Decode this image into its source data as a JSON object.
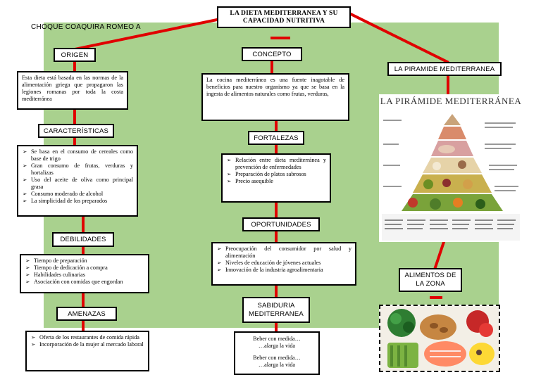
{
  "title": "LA DIETA MEDITERRANEA Y SU CAPACIDAD NUTRITIVA",
  "author": "CHOQUE COAQUIRA ROMEO A",
  "origen": {
    "header": "ORIGEN",
    "text": "Esta dieta está basada en las normas de la alimentación griega que propagaron las legiones romanas por toda la costa mediterránea"
  },
  "caracteristicas": {
    "header": "CARACTERÍSTICAS",
    "items": [
      "Se basa en el consumo de cereales como base de trigo",
      "Gran consumo de frutas, verduras y hortalizas",
      "Uso del aceite de oliva como principal grasa",
      "Consumo moderado de alcohol",
      "La simplicidad de los preparados"
    ]
  },
  "debilidades": {
    "header": "DEBILIDADES",
    "items": [
      "Tiempo de preparación",
      "Tiempo de dedicación a compra",
      "Habilidades culinarias",
      "Asociación con comidas que engordan"
    ]
  },
  "amenazas": {
    "header": "AMENAZAS",
    "items": [
      "Oferta de los restaurantes de comida rápida",
      "Incorporación de la mujer al mercado laboral"
    ]
  },
  "concepto": {
    "header": "CONCEPTO",
    "text": "La cocina mediterránea es una fuente inagotable de beneficios para nuestro organismo ya que se basa en la ingesta de alimentos naturales como frutas, verduras,"
  },
  "fortalezas": {
    "header": "FORTALEZAS",
    "items": [
      "Relación entre dieta mediterránea y prevención de enfermedades",
      "Preparación de platos sabrosos",
      "Precio asequible"
    ]
  },
  "oportunidades": {
    "header": "OPORTUNIDADES",
    "items": [
      "Preocupación del consumidor por salud y alimentación",
      "Niveles de educación de jóvenes actuales",
      "Innovación de la industria agroalimentaria"
    ]
  },
  "sabiduria": {
    "header": "SABIDURIA MEDITERRANEA",
    "line1a": "Beber con medida…",
    "line1b": "…alarga la vida",
    "line2a": "Beber con medida…",
    "line2b": "…alarga la vida"
  },
  "piramide": {
    "header": "LA PIRAMIDE MEDITERRANEA",
    "image_title": "LA PIRÁMIDE MEDITERRÁNEA"
  },
  "alimentos": {
    "header": "ALIMENTOS DE LA ZONA"
  },
  "colors": {
    "connector": "#e00000",
    "background_panel": "#a9d18e"
  }
}
